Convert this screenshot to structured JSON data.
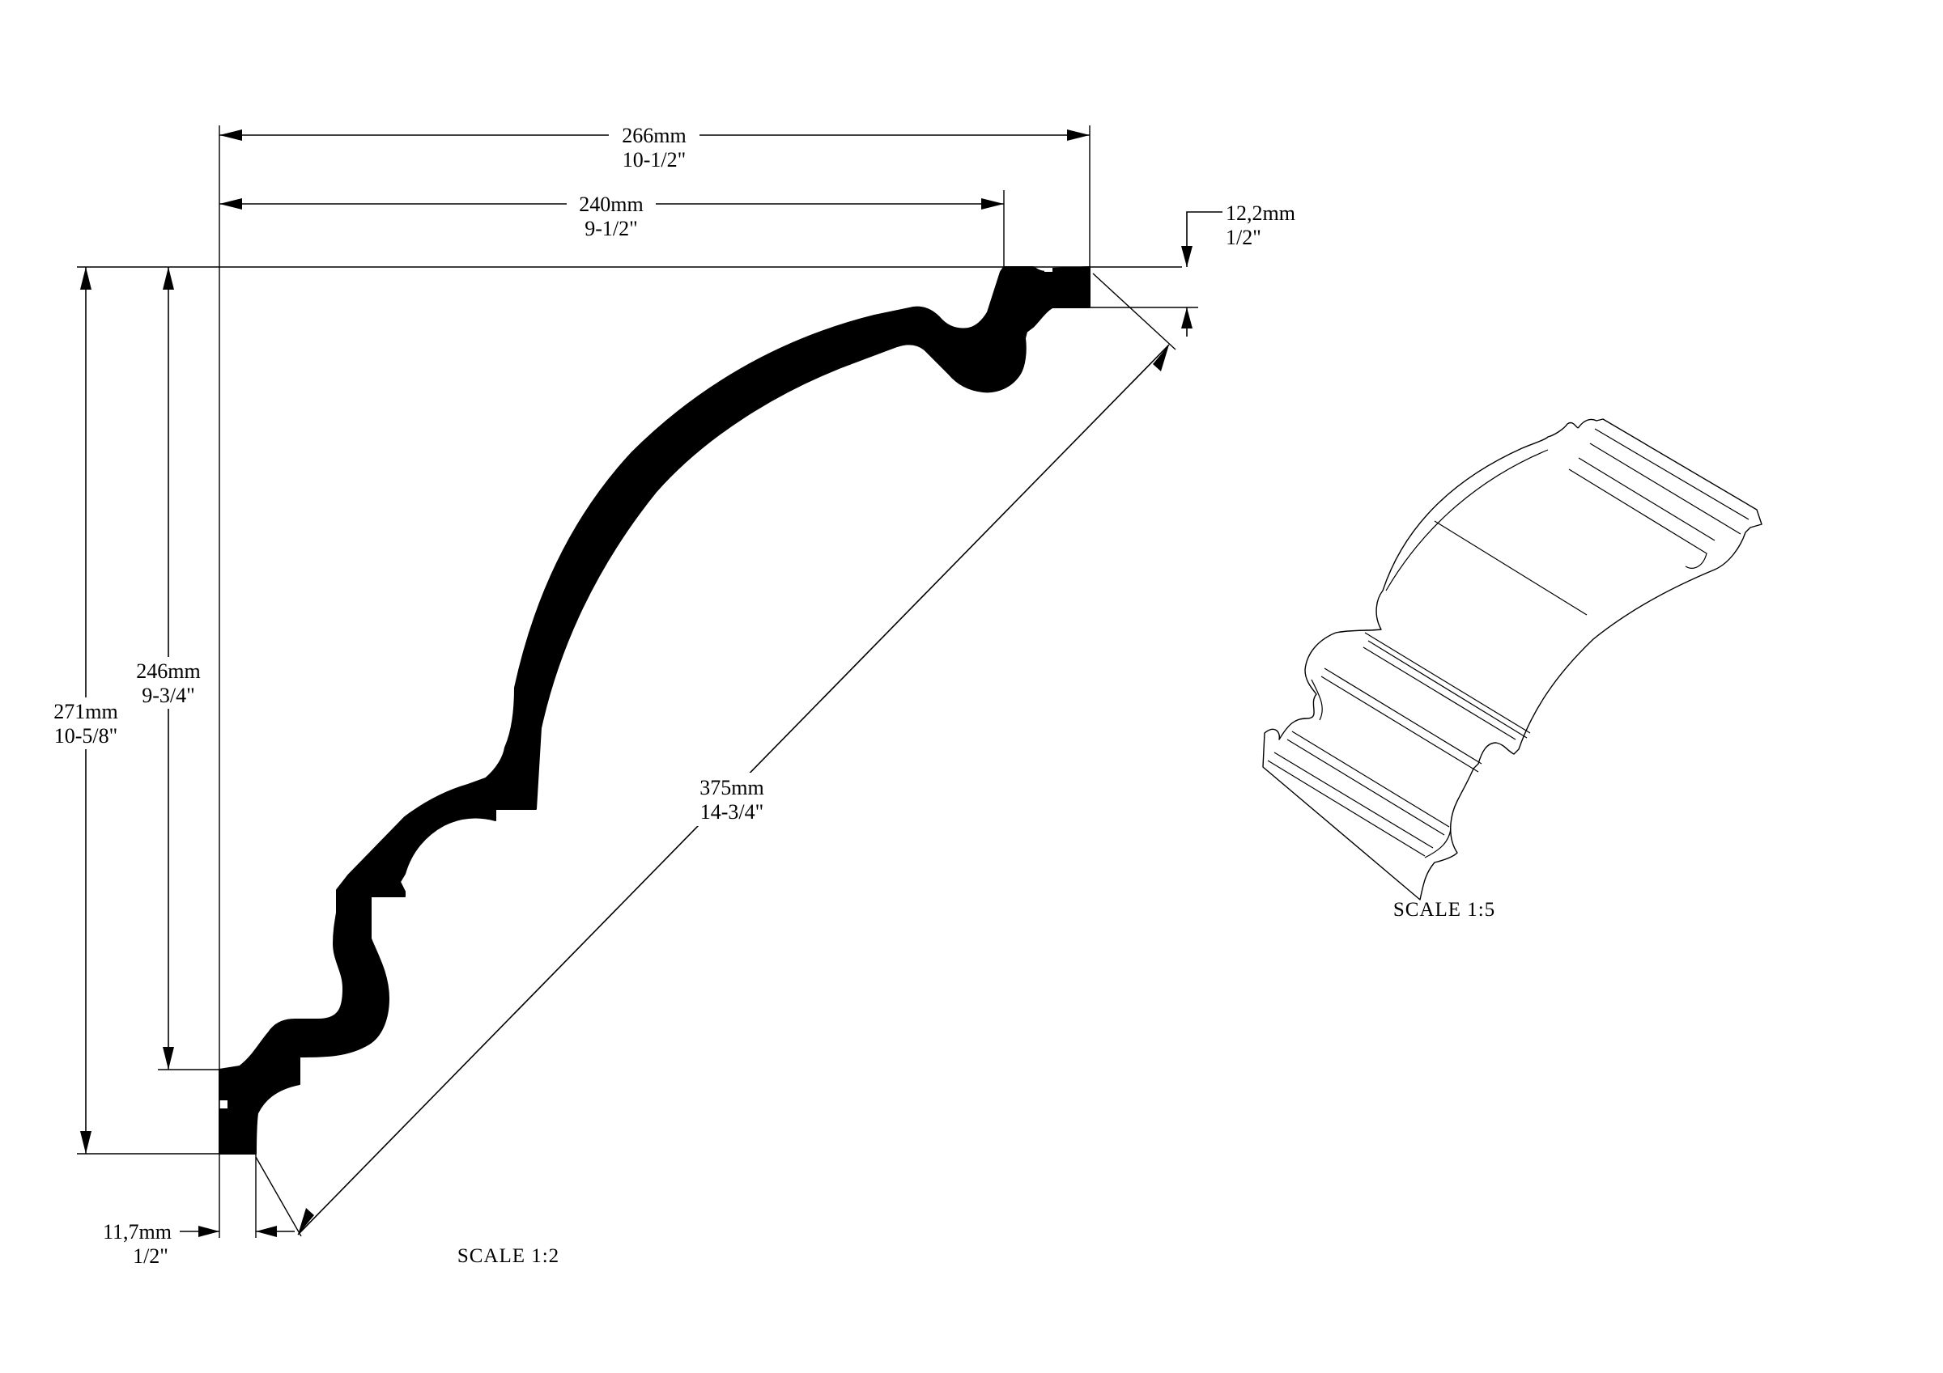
{
  "dimensions": {
    "overall_width": {
      "mm": "266mm",
      "inch": "10-1/2\""
    },
    "inner_width": {
      "mm": "240mm",
      "inch": "9-1/2\""
    },
    "top_edge": {
      "mm": "12,2mm",
      "inch": "1/2\""
    },
    "overall_height": {
      "mm": "271mm",
      "inch": "10-5/8\""
    },
    "inner_height": {
      "mm": "246mm",
      "inch": "9-3/4\""
    },
    "diagonal": {
      "mm": "375mm",
      "inch": "14-3/4\""
    },
    "bottom_edge": {
      "mm": "11,7mm",
      "inch": "1/2\""
    }
  },
  "views": {
    "profile_scale": "SCALE  1:2",
    "iso_scale": "SCALE  1:5"
  }
}
